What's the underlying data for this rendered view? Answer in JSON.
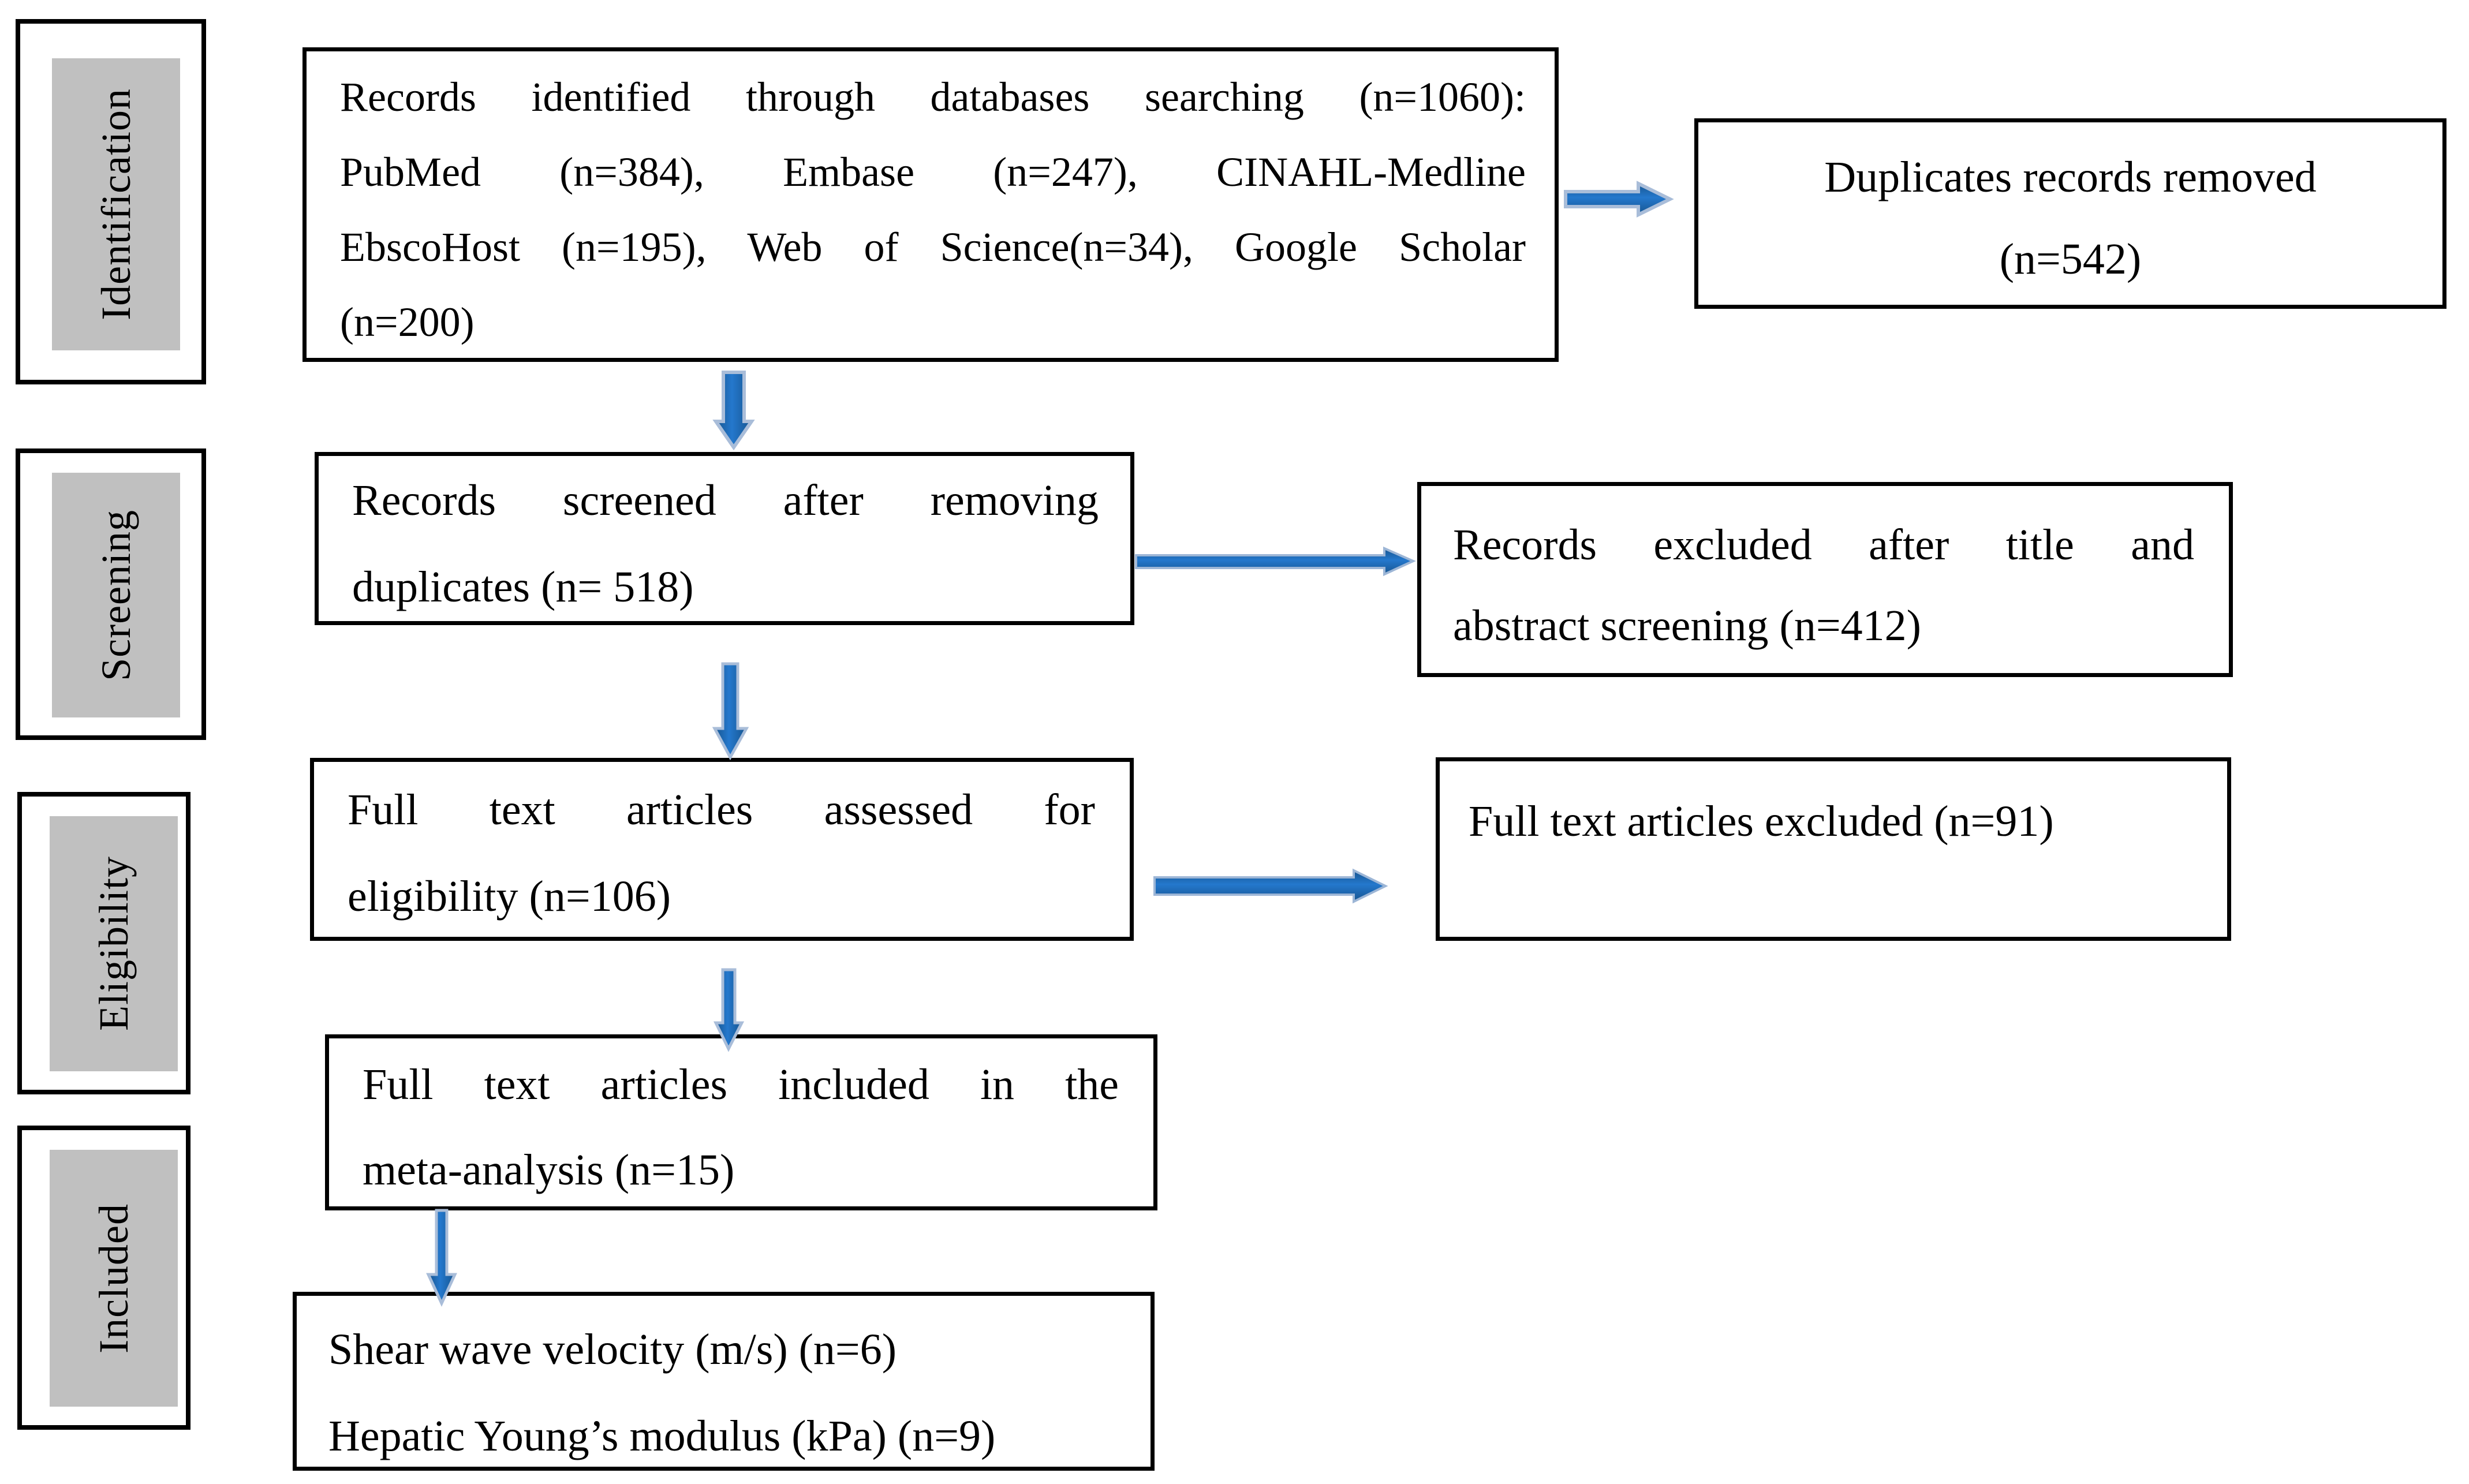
{
  "stages": [
    {
      "label": "Identification"
    },
    {
      "label": "Screening"
    },
    {
      "label": "Eligibility"
    },
    {
      "label": "Included"
    }
  ],
  "boxes": {
    "identified": {
      "lines": [
        "Records identified through databases searching (n=1060):",
        "PubMed (n=384), Embase (n=247), CINAHL-Medline",
        "EbscoHost (n=195), Web of Science(n=34), Google Scholar",
        "(n=200)"
      ]
    },
    "duplicates_removed": {
      "lines": [
        "Duplicates records removed",
        "(n=542)"
      ]
    },
    "screened": {
      "lines": [
        "Records screened after removing",
        "duplicates (n= 518)"
      ]
    },
    "excluded_title_abstract": {
      "lines": [
        "Records excluded after title and",
        "abstract screening (n=412)"
      ]
    },
    "fulltext_assessed": {
      "lines": [
        "Full text articles assessed for",
        "eligibility (n=106)"
      ]
    },
    "fulltext_excluded": {
      "lines": [
        "Full text articles excluded (n=91)"
      ]
    },
    "included_meta_analysis": {
      "lines": [
        "Full text articles included in the",
        "meta-analysis (n=15)"
      ]
    },
    "outcomes": {
      "lines": [
        "Shear wave velocity (m/s) (n=6)",
        "Hepatic Young’s modulus (kPa) (n=9)"
      ]
    }
  },
  "colors": {
    "arrow_blue_dark": "#17558f",
    "arrow_blue_bright": "#2478cd",
    "arrow_outline": "#a9bdd9",
    "stage_fill_gray": "#c0c0c0",
    "box_border": "#000000"
  }
}
